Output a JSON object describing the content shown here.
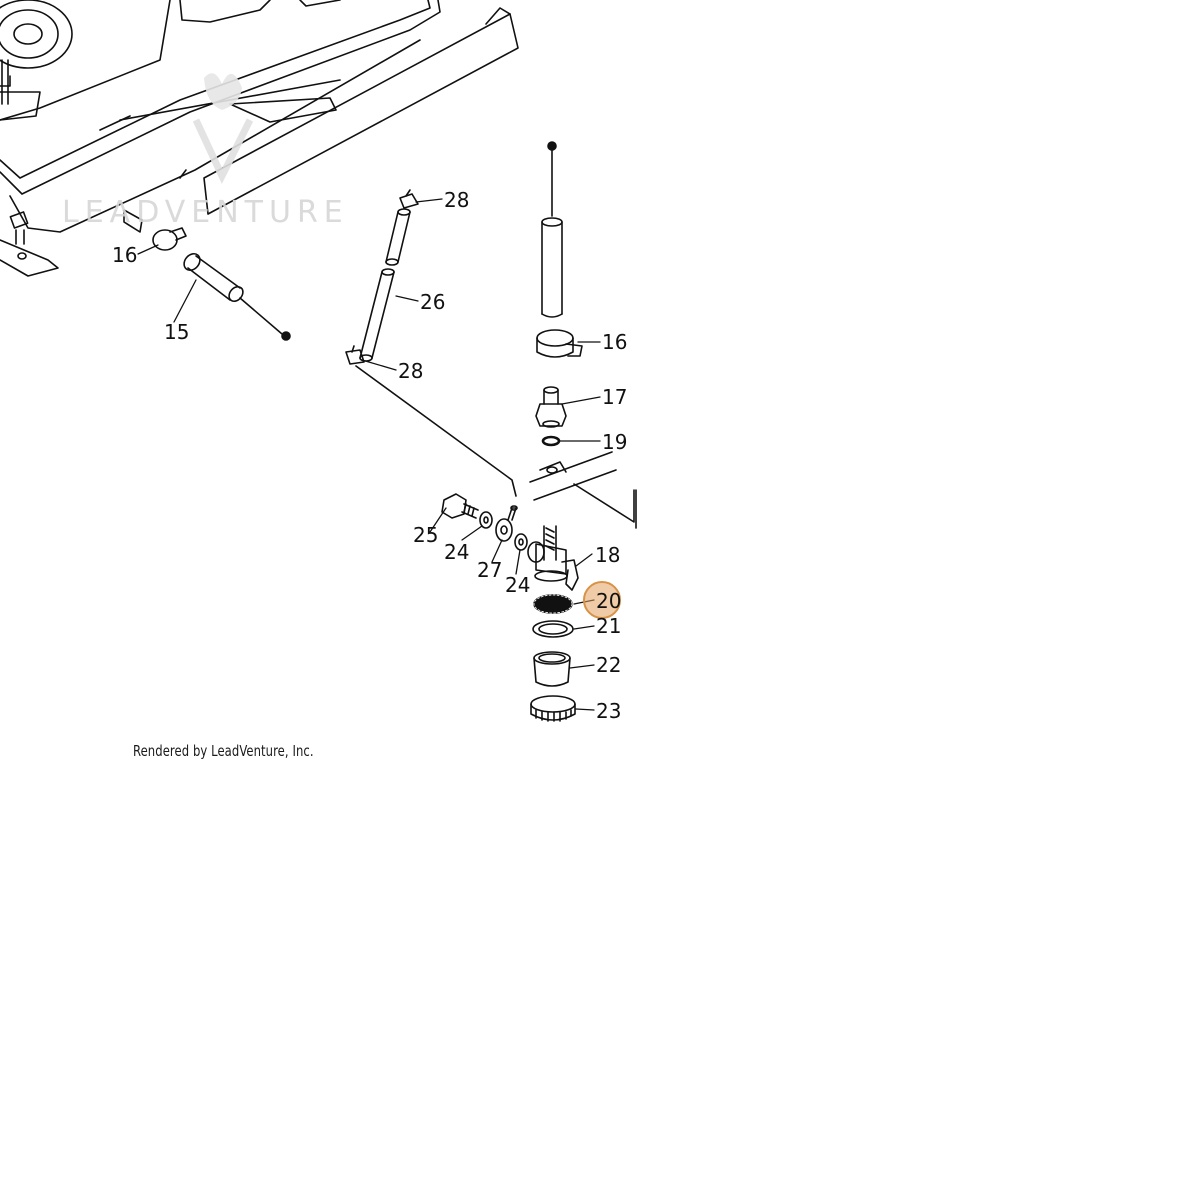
{
  "credit": "Rendered by LeadVenture, Inc.",
  "watermark": "LEADVENTURE",
  "highlight_color": "#e2a35f",
  "callouts": [
    {
      "id": "c28a",
      "label": "28"
    },
    {
      "id": "c16a",
      "label": "16"
    },
    {
      "id": "c26",
      "label": "26"
    },
    {
      "id": "c15",
      "label": "15"
    },
    {
      "id": "c16b",
      "label": "16"
    },
    {
      "id": "c28b",
      "label": "28"
    },
    {
      "id": "c17",
      "label": "17"
    },
    {
      "id": "c19",
      "label": "19"
    },
    {
      "id": "c25",
      "label": "25"
    },
    {
      "id": "c24a",
      "label": "24"
    },
    {
      "id": "c27",
      "label": "27"
    },
    {
      "id": "c24b",
      "label": "24"
    },
    {
      "id": "c18",
      "label": "18"
    },
    {
      "id": "c20",
      "label": "20",
      "highlighted": true
    },
    {
      "id": "c21",
      "label": "21"
    },
    {
      "id": "c22",
      "label": "22"
    },
    {
      "id": "c23",
      "label": "23"
    }
  ]
}
